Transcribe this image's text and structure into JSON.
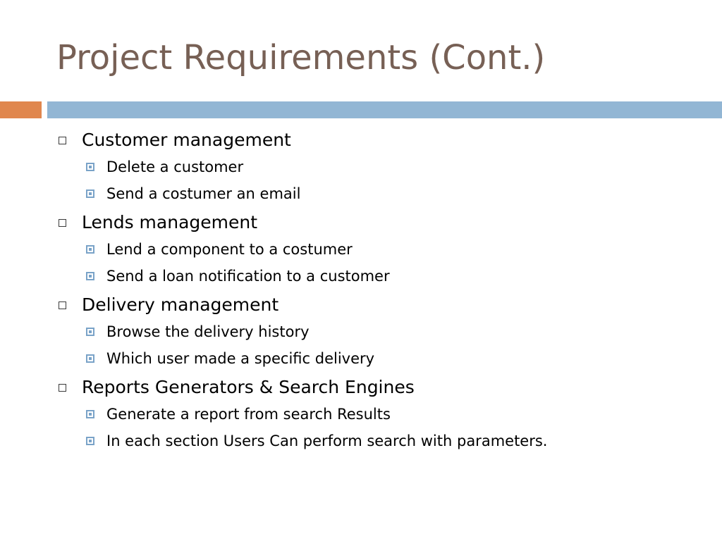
{
  "slide": {
    "title": "Project Requirements (Cont.)"
  },
  "sections": [
    {
      "heading": "Customer management",
      "items": [
        "Delete a customer",
        "Send a costumer an email"
      ]
    },
    {
      "heading": "Lends management",
      "items": [
        "Lend a component to a costumer",
        "Send a loan notification to a customer"
      ]
    },
    {
      "heading": "Delivery management",
      "items": [
        "Browse the delivery history",
        "Which user made a specific delivery"
      ]
    },
    {
      "heading": "Reports Generators & Search Engines",
      "items": [
        "Generate a report from search Results",
        "In each section Users Can perform search with parameters."
      ]
    }
  ],
  "colors": {
    "title": "#776055",
    "accent_orange": "#e0874e",
    "accent_blue": "#92b6d4",
    "sub_bullet": "#7aa3c8"
  },
  "icons": {
    "level1_bullet": "hollow-square-bullet-icon",
    "level2_bullet": "framed-square-bullet-icon"
  }
}
